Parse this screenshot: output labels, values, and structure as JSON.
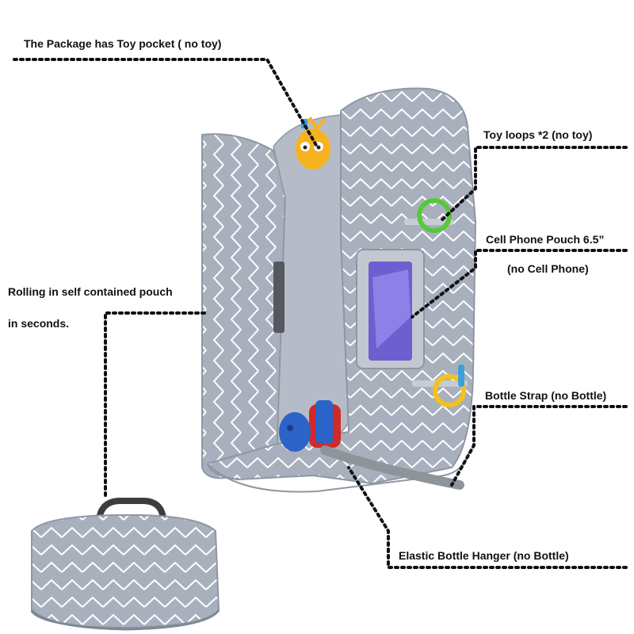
{
  "annotations": {
    "toy_pocket": "The Package has Toy pocket ( no toy)",
    "toy_loops": "Toy loops *2  (no toy)",
    "phone_pouch_line1": "Cell Phone Pouch 6.5”",
    "phone_pouch_line2": "(no Cell Phone)",
    "rolling_line1": "Rolling in self contained pouch",
    "rolling_line2": "in seconds.",
    "bottle_strap": "Bottle Strap (no Bottle)",
    "elastic_hanger": "Elastic Bottle Hanger (no Bottle)"
  },
  "colors": {
    "fabric": "#a9b0bd",
    "fabric_dark": "#8e96a4",
    "chevron": "#ffffff",
    "leader_line": "#111111",
    "toy_loop_green": "#56c83a",
    "toy_loop_yellow": "#f3c21d",
    "toy_yellow": "#f5b320",
    "bottle_blue": "#2b63c9",
    "bottle_red": "#d02a2a",
    "strap_gray": "#8f949b",
    "handle_dark": "#3d3d3d"
  }
}
